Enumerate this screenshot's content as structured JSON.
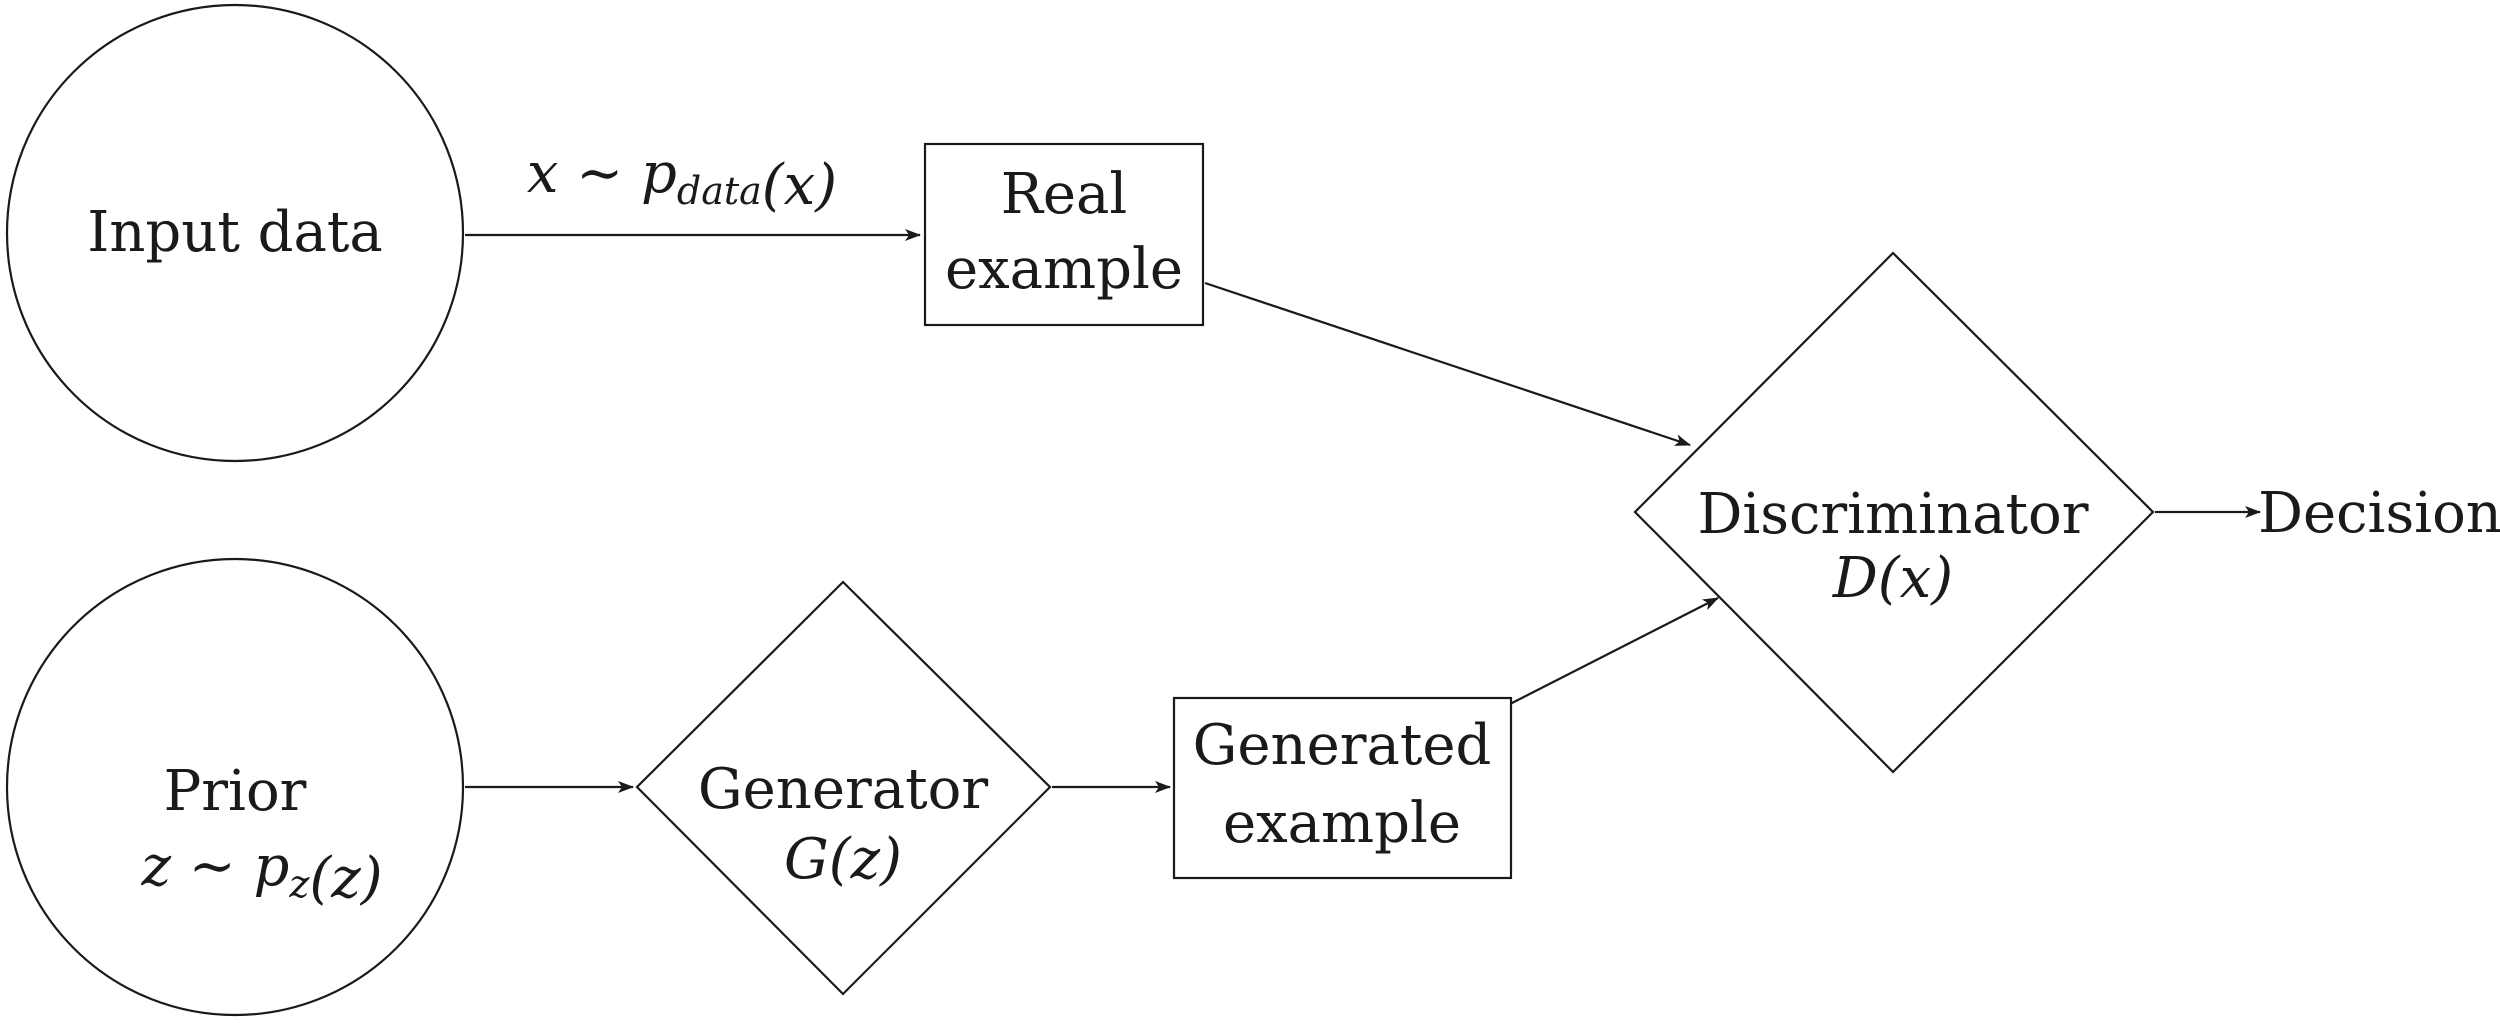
{
  "nodes": {
    "input_data": {
      "label": "Input data"
    },
    "real_example": {
      "line1": "Real",
      "line2": "example"
    },
    "discriminator": {
      "label": "Discriminator",
      "formula": "D(x)"
    },
    "decision": {
      "label": "Decision"
    },
    "prior": {
      "label": "Prior",
      "formula": "z ∼ p_z(z)"
    },
    "generator": {
      "label": "Generator",
      "formula": "G(z)"
    },
    "generated_example": {
      "line1": "Generated",
      "line2": "example"
    }
  },
  "edges": {
    "input_to_real": {
      "label": "x ∼ p_data(x)"
    }
  },
  "colors": {
    "stroke": "#1a1a1a",
    "background": "#ffffff"
  }
}
